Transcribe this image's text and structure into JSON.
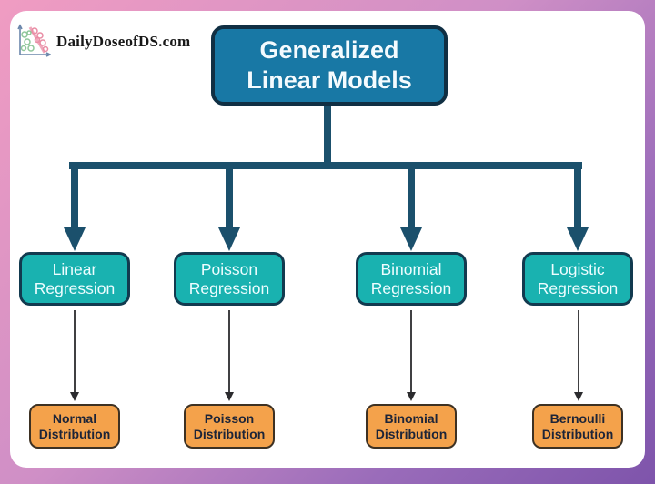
{
  "brand": {
    "name": "DailyDoseofDS.com",
    "icon": "scatter-plot-icon"
  },
  "title": {
    "line1": "Generalized",
    "line2": "Linear Models"
  },
  "columns": [
    {
      "regression": "Linear Regression",
      "distribution": "Normal Distribution"
    },
    {
      "regression": "Poisson Regression",
      "distribution": "Poisson Distribution"
    },
    {
      "regression": "Binomial Regression",
      "distribution": "Binomial Distribution"
    },
    {
      "regression": "Logistic Regression",
      "distribution": "Bernoulli Distribution"
    }
  ],
  "colors": {
    "frame_gradient_start": "#f09cc2",
    "frame_gradient_end": "#7e54ab",
    "card_background": "#ffffff",
    "title_fill": "#1878a5",
    "regression_fill": "#19b2b0",
    "distribution_fill": "#f4a24b",
    "node_border": "#123a4f",
    "distribution_border": "#3d3123",
    "connector": "#1b506c",
    "thin_arrow": "#2b2b2e"
  }
}
